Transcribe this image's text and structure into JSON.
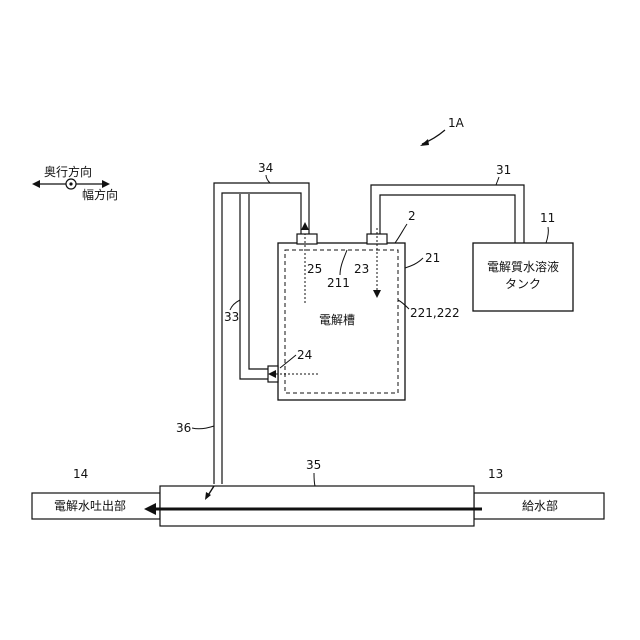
{
  "figure_label": "1A",
  "direction_legend": {
    "depth": "奥行方向",
    "width": "幅方向"
  },
  "components": {
    "electrolytic_cell": {
      "text": "電解槽",
      "ref": "2"
    },
    "cell_body": {
      "ref": "21"
    },
    "cell_top": {
      "ref": "211"
    },
    "electrodes": {
      "ref": "221,222"
    },
    "port_inlet": {
      "ref": "23"
    },
    "port_bottom": {
      "ref": "24"
    },
    "port_outlet": {
      "ref": "25"
    },
    "tank": {
      "line1": "電解質水溶液",
      "line2": "タンク",
      "ref": "11"
    },
    "water_supply": {
      "text": "給水部",
      "ref": "13"
    },
    "outlet": {
      "text": "電解水吐出部",
      "ref": "14"
    },
    "main_pipe": {
      "ref": "35"
    }
  },
  "pipes": {
    "p31": "31",
    "p33": "33",
    "p34": "34",
    "p36": "36"
  }
}
